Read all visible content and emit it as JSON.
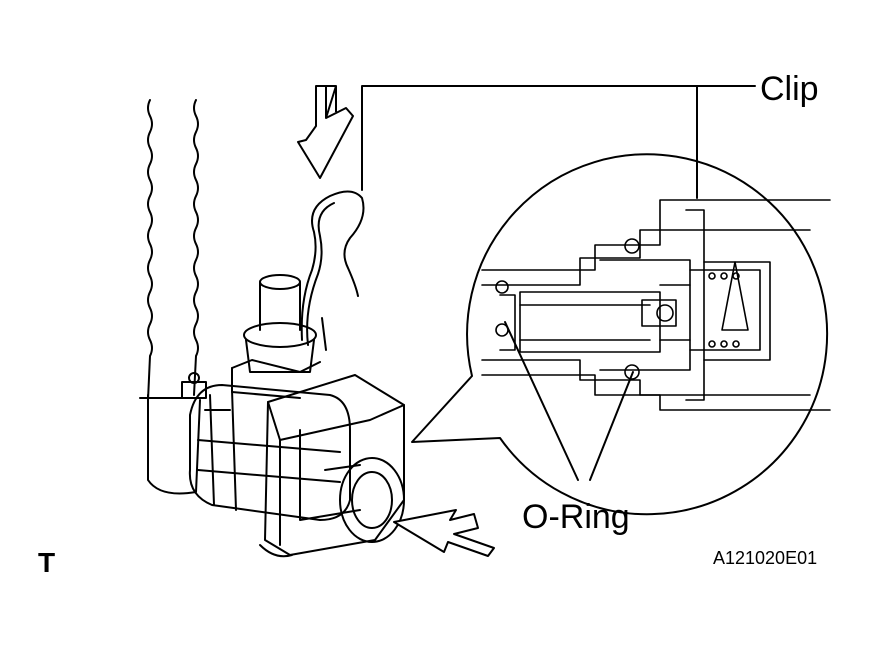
{
  "labels": {
    "clip": "Clip",
    "o_ring": "O-Ring",
    "view_marker": "T",
    "figure_code": "A121020E01"
  },
  "icons": {
    "insert_arrow_top": "arrow-down-icon",
    "insert_arrow_bottom": "arrow-left-icon"
  },
  "colors": {
    "ink": "#000000",
    "paper": "#ffffff"
  }
}
